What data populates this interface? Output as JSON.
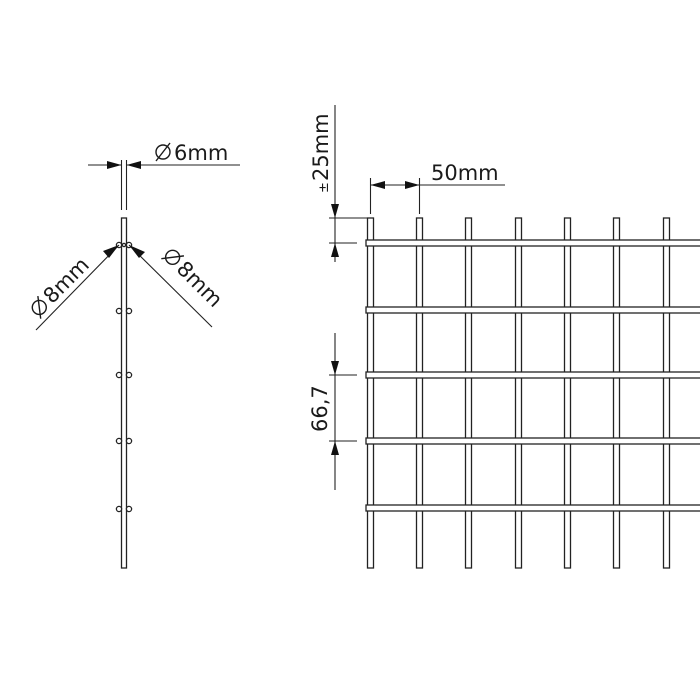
{
  "diagram": {
    "side_view": {
      "top_wire_diameter": "6mm",
      "left_weld_diameter": "8mm",
      "right_weld_diameter": "8mm",
      "diameter_symbol": "⌀"
    },
    "front_view": {
      "horizontal_spacing": "50mm",
      "top_overhang": "25mm",
      "top_overhang_tolerance": "±",
      "vertical_spacing": "66,7"
    },
    "colors": {
      "line": "#222222",
      "background": "#ffffff"
    }
  }
}
